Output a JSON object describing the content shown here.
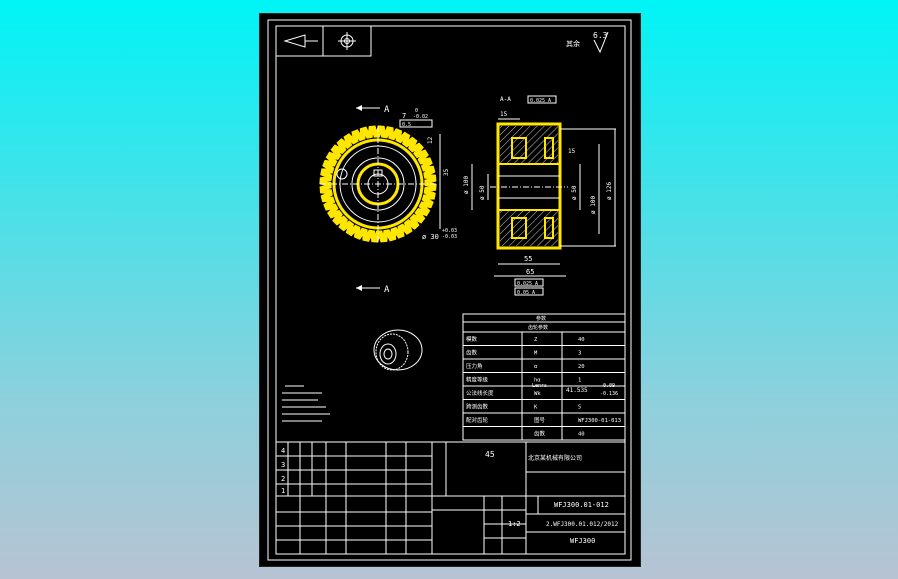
{
  "colors": {
    "background_top": "#00f4f6",
    "background_bottom": "#b7c3d3",
    "sheet": "#000000",
    "lines": "#ffffff",
    "highlight": "#ffe600"
  },
  "drawing": {
    "roughness_value": "6.3",
    "section_label": "A",
    "section_view_title": "A-A",
    "dims": {
      "keyway_width": "7",
      "keyway_tol_upper": "0",
      "keyway_tol_lower": "-0.02",
      "keyway_height": "12",
      "hub_depth": "0.5",
      "bore": "ø 30",
      "bore_tol_upper": "+0.03",
      "bore_tol_lower": "-0.03",
      "d100": "ø 100",
      "d50": "ø 50",
      "d126": "ø 126",
      "d50b": "ø 50",
      "d100b": "ø 100",
      "w15a": "15",
      "w15b": "15",
      "w55": "55",
      "w65": "65",
      "tol1": "0.025 A",
      "tol2": "0.025 A",
      "tol3": "0.05 A",
      "d35": "35"
    }
  },
  "params_table": {
    "rows": [
      {
        "name": "模数",
        "sym": "Z",
        "val": "40"
      },
      {
        "name": "齿数",
        "sym": "M",
        "val": "3"
      },
      {
        "name": "压力角",
        "sym": "α",
        "val": "20"
      },
      {
        "name": "精度等级",
        "sym": "hα",
        "val": "1"
      },
      {
        "name": "公法线长度",
        "sym": "Wk",
        "val": "41.535"
      },
      {
        "name": "跨测齿数",
        "sym": "K",
        "val": "5"
      },
      {
        "name": "配对齿轮",
        "sym": "图号",
        "val": "WFJ300-01-013"
      },
      {
        "name": "",
        "sym": "齿数",
        "val": "40"
      }
    ],
    "wk_upper": "-0.09",
    "wk_lower": "-0.136",
    "wk_sym2": "Lenrs"
  },
  "title_block": {
    "revision_rows": [
      "4",
      "3",
      "2",
      "1"
    ],
    "material": "45",
    "company": "北京某机械有限公司",
    "part_no": "WFJ300.01-012",
    "drawing_no": "2.WFJ300.01.012/2012",
    "scale": "1:2",
    "assembly": "WFJ300"
  }
}
